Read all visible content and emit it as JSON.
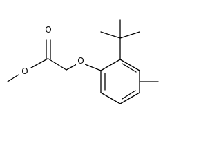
{
  "molecule": {
    "atoms": [
      {
        "id": "o_ether_methyl",
        "label": "O"
      },
      {
        "id": "o_carbonyl",
        "label": "O"
      },
      {
        "id": "o_aryl_ether",
        "label": "O"
      }
    ]
  },
  "colors": {
    "bond": "#000000",
    "label": "#000000",
    "background": "#ffffff"
  }
}
